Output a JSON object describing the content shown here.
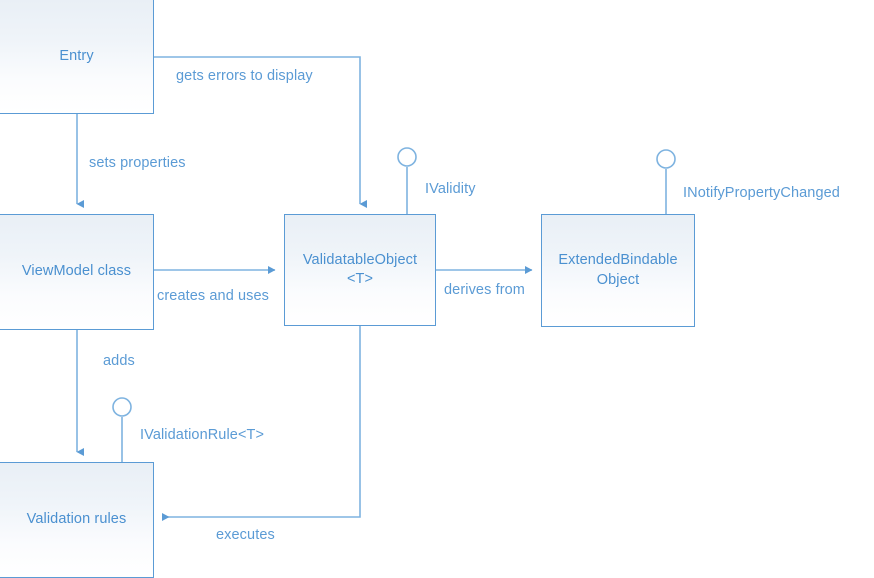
{
  "diagram": {
    "type": "uml-class-relationship-diagram",
    "accent_color": "#5b9bd5",
    "text_color": "#4a90d0",
    "background_color": "#ffffff",
    "box_fill_top": "#e9eff6",
    "box_fill_bottom": "#ffffff",
    "nodes": [
      {
        "id": "entry",
        "label": "Entry"
      },
      {
        "id": "viewmodel",
        "label": "ViewModel class"
      },
      {
        "id": "validatable",
        "label": "ValidatableObject\n<T>"
      },
      {
        "id": "extendedbindable",
        "label": "ExtendedBindable\nObject"
      },
      {
        "id": "validationrules",
        "label": "Validation rules"
      }
    ],
    "edges": [
      {
        "id": "entry-to-validatable",
        "label": "gets errors to display",
        "from": "entry",
        "to": "validatable"
      },
      {
        "id": "entry-to-viewmodel",
        "label": "sets properties",
        "from": "entry",
        "to": "viewmodel"
      },
      {
        "id": "viewmodel-to-validatable",
        "label": "creates and uses",
        "from": "viewmodel",
        "to": "validatable"
      },
      {
        "id": "validatable-to-extendedbindable",
        "label": "derives from",
        "from": "validatable",
        "to": "extendedbindable"
      },
      {
        "id": "viewmodel-to-validationrules",
        "label": "adds",
        "from": "viewmodel",
        "to": "validationrules"
      },
      {
        "id": "validatable-to-validationrules",
        "label": "executes",
        "from": "validatable",
        "to": "validationrules"
      }
    ],
    "interfaces": [
      {
        "id": "ivalidity",
        "label": "IValidity",
        "implemented_by": "validatable"
      },
      {
        "id": "inotifypropertychanged",
        "label": "INotifyPropertyChanged",
        "implemented_by": "extendedbindable"
      },
      {
        "id": "ivalidationrule",
        "label": "IValidationRule<T>",
        "implemented_by": "validationrules"
      }
    ]
  }
}
